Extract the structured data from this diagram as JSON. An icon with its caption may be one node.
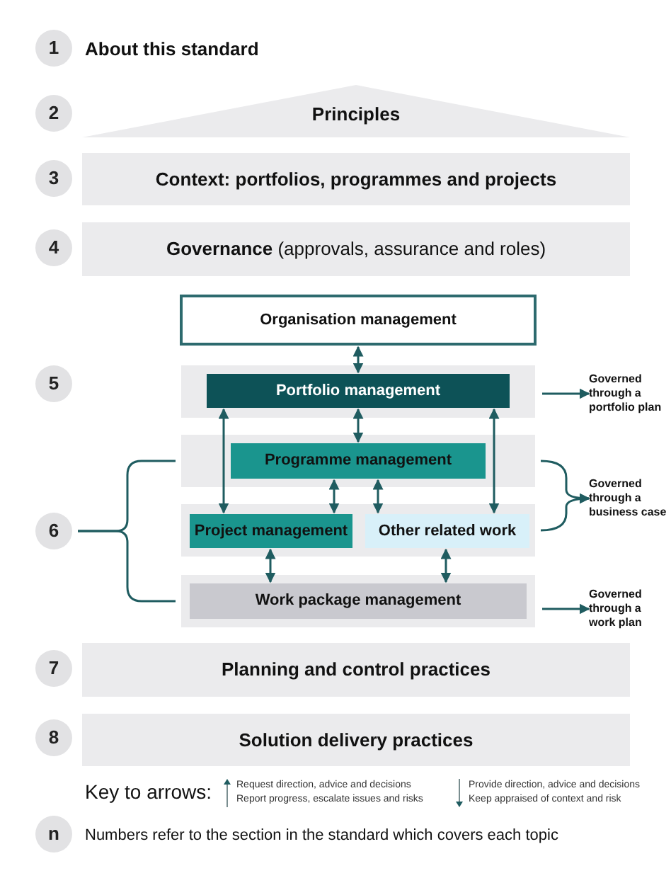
{
  "diagram": {
    "nodes": [
      {
        "text": [
          "1"
        ]
      },
      {
        "text": [
          "2"
        ]
      },
      {
        "text": [
          "Principles"
        ]
      },
      {
        "text": [
          "3"
        ]
      },
      {
        "text": [
          "Context: portfolios, programmes and projects"
        ]
      },
      {
        "text": [
          "4"
        ]
      },
      {
        "text": [
          "**Governance** (approvals, assurance and roles)"
        ]
      },
      {
        "text": [
          "Organisation management"
        ]
      },
      {
        "text": [
          "5"
        ]
      },
      {
        "text": [],
        "shape": "band"
      },
      {
        "text": [
          "Portfolio management"
        ],
        "in": 9
      },
      {
        "text": [
          "Governed through a portfolio plan"
        ]
      },
      {
        "text": [],
        "shape": "band"
      },
      {
        "text": [
          "Programme management"
        ],
        "in": 12
      },
      {
        "text": [
          "6"
        ]
      },
      {
        "text": [],
        "shape": "band"
      },
      {
        "text": [
          "Project management"
        ],
        "in": 15
      },
      {
        "text": [
          "Other related work"
        ],
        "in": 15
      },
      {
        "text": [
          "Governed through a business case"
        ]
      },
      {
        "text": [],
        "shape": "band"
      },
      {
        "text": [
          "Work package management"
        ],
        "in": 19
      },
      {
        "text": [
          "Governed through a work plan"
        ]
      },
      {
        "text": [
          "7"
        ]
      },
      {
        "text": [
          "Planning and control practices"
        ]
      },
      {
        "text": [
          "8"
        ]
      },
      {
        "text": [
          "Solution delivery practices"
        ]
      },
      {
        "text": [
          "n"
        ]
      }
    ],
    "edges": [
      {
        "from": 7,
        "to": 10,
        "arrow": "both"
      },
      {
        "from": 10,
        "to": 16,
        "arrow": "both"
      },
      {
        "from": 10,
        "to": 13,
        "arrow": "both"
      },
      {
        "from": 10,
        "to": 17,
        "arrow": "both"
      },
      {
        "from": 13,
        "to": 16,
        "arrow": "both"
      },
      {
        "from": 13,
        "to": 17,
        "arrow": "both"
      },
      {
        "from": 16,
        "to": 20,
        "arrow": "both"
      },
      {
        "from": 17,
        "to": 20,
        "arrow": "both"
      },
      {
        "from": 9,
        "to": 11,
        "arrow": "to"
      },
      {
        "from": 12,
        "to": 18,
        "arrow": "to"
      },
      {
        "from": 15,
        "to": 18,
        "arrow": "to"
      },
      {
        "from": 19,
        "to": 21,
        "arrow": "to"
      },
      {
        "from": 14,
        "to": 12,
        "arrow": "none"
      },
      {
        "from": 14,
        "to": 19,
        "arrow": "none"
      }
    ],
    "labels": [
      "About this standard",
      "Key to arrows:",
      "Numbers refer to the section in the standard which covers each topic"
    ],
    "legend": [
      {
        "text": "Request direction, advice and decisions"
      },
      {
        "text": "Report progress, escalate issues and risks"
      },
      {
        "text": "Provide direction, advice and decisions"
      },
      {
        "text": "Keep appraised of context and risk"
      }
    ]
  }
}
